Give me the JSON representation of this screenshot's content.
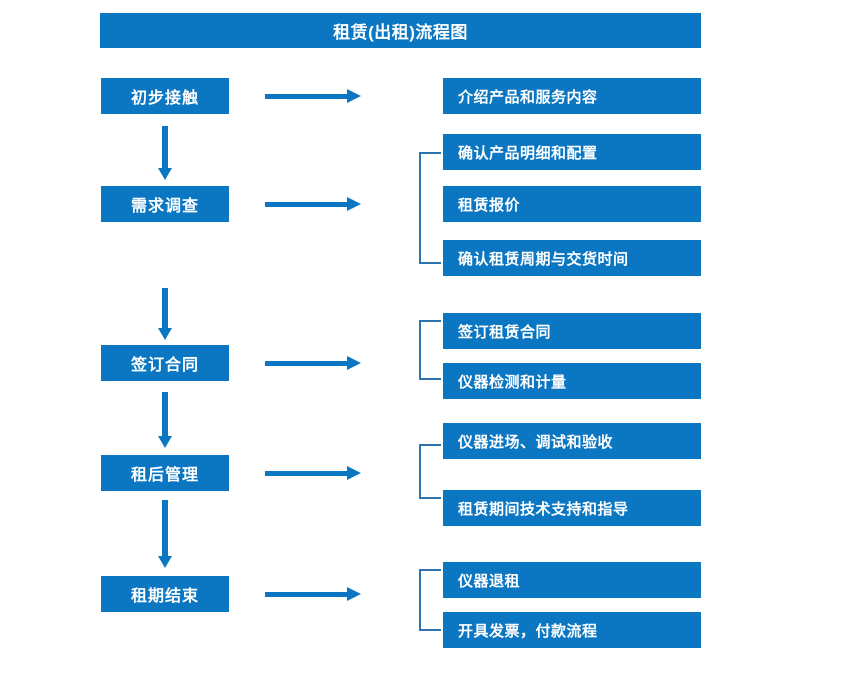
{
  "title": "租赁(出租)流程图",
  "accent_color": "#0b77c2",
  "bracket_color": "#2e74b5",
  "text_color": "#ffffff",
  "background_color": "#ffffff",
  "stages": [
    {
      "label": "初步接触"
    },
    {
      "label": "需求调查"
    },
    {
      "label": "签订合同"
    },
    {
      "label": "租后管理"
    },
    {
      "label": "租期结束"
    }
  ],
  "details": [
    {
      "label": "介绍产品和服务内容"
    },
    {
      "label": "确认产品明细和配置"
    },
    {
      "label": "租赁报价"
    },
    {
      "label": "确认租赁周期与交货时间"
    },
    {
      "label": "签订租赁合同"
    },
    {
      "label": "仪器检测和计量"
    },
    {
      "label": "仪器进场、调试和验收"
    },
    {
      "label": "租赁期间技术支持和指导"
    },
    {
      "label": "仪器退租"
    },
    {
      "label": "开具发票，付款流程"
    }
  ],
  "icons": {
    "right_arrow": "right-arrow-icon",
    "down_arrow": "down-arrow-icon",
    "group_bracket": "group-bracket-icon"
  }
}
